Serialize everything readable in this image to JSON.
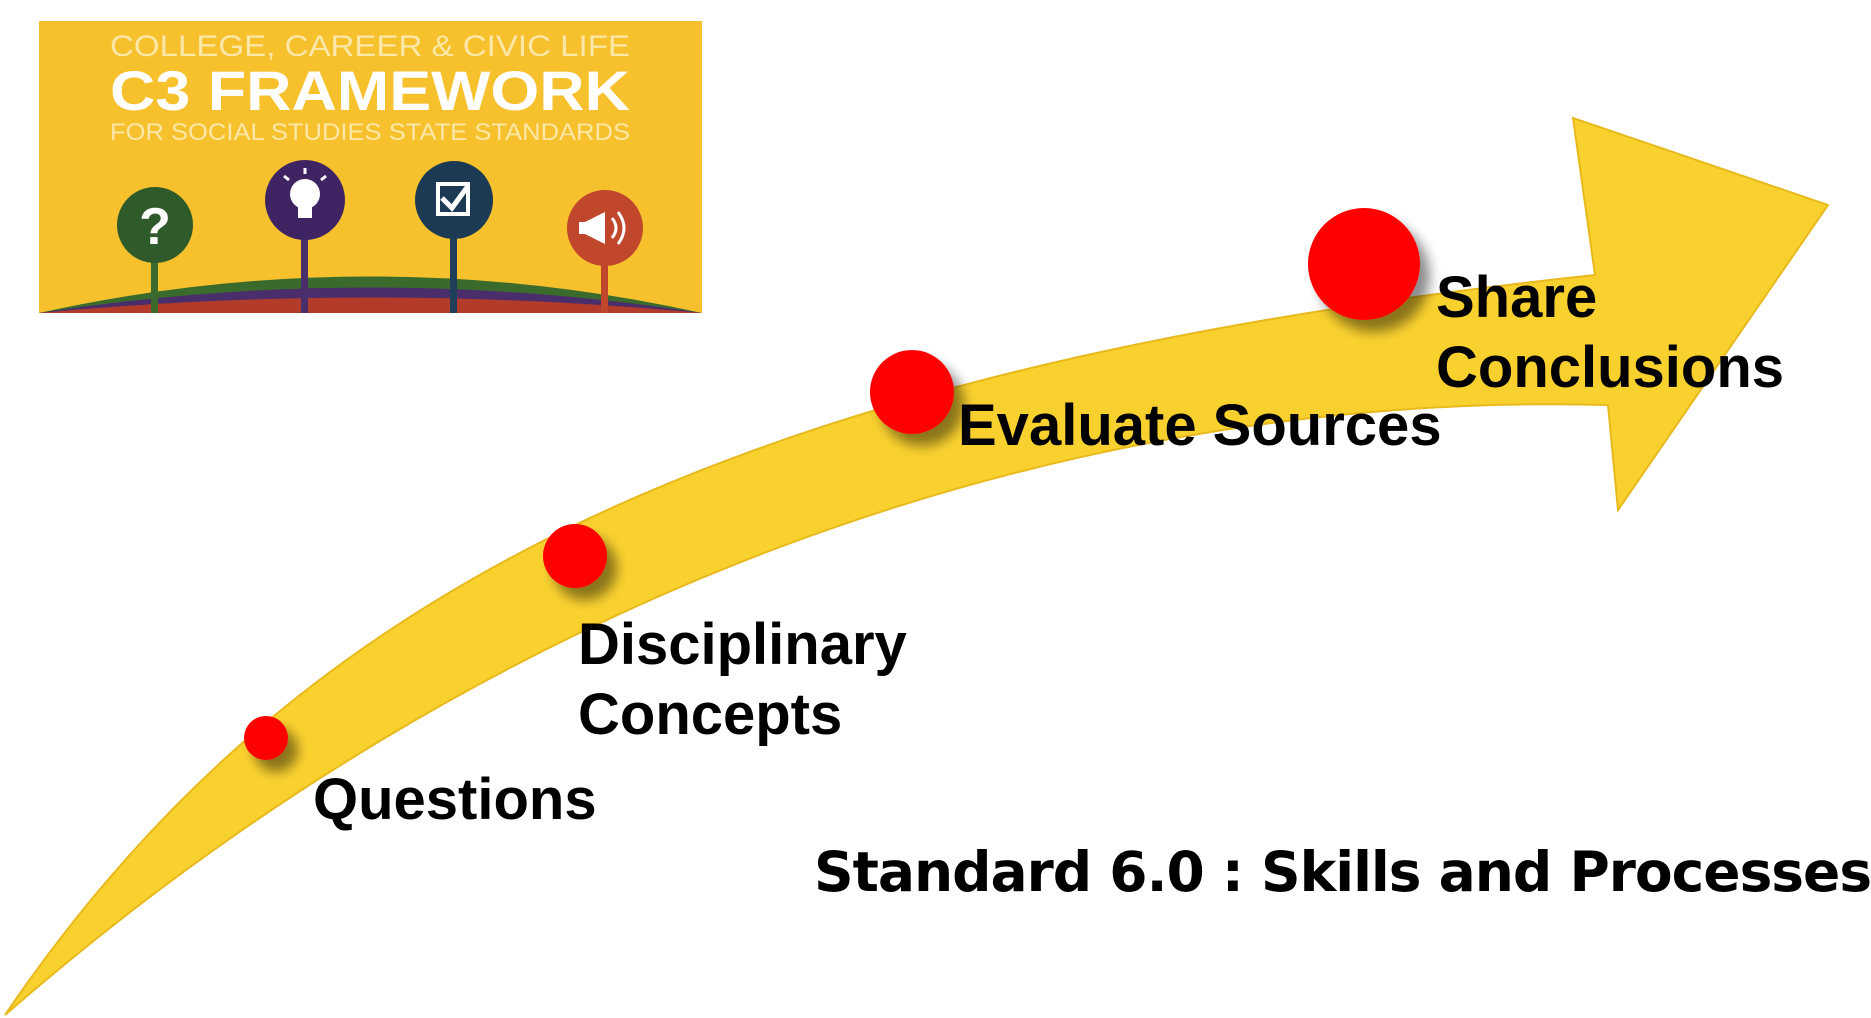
{
  "logo": {
    "line1": "COLLEGE, CAREER & CIVIC LIFE",
    "line2": "C3 FRAMEWORK",
    "line3": "FOR SOCIAL STUDIES STATE STANDARDS",
    "icons": [
      "question-icon",
      "lightbulb-icon",
      "checkbox-icon",
      "megaphone-icon"
    ],
    "background_color": "#f6c12c"
  },
  "steps": [
    {
      "label": "Questions"
    },
    {
      "label": "Disciplinary Concepts"
    },
    {
      "label": "Evaluate Sources"
    },
    {
      "label": "Share Conclusions"
    }
  ],
  "caption": "Standard 6.0 : Skills and Processes",
  "colors": {
    "arrow": "#f9d12f",
    "dot": "#ff0000",
    "text": "#000000"
  }
}
